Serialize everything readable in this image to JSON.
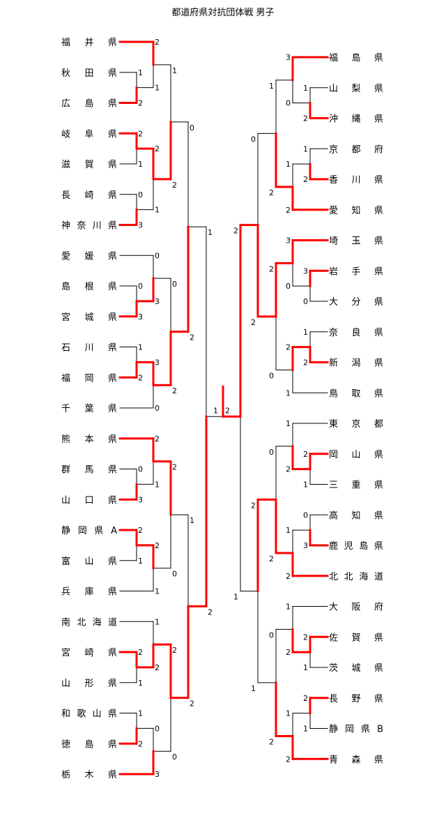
{
  "title": "都道府県対抗団体戦 男子",
  "colors": {
    "winner": "#ff0000",
    "line": "#000000"
  },
  "left": {
    "teams": [
      "福井県",
      "秋田県",
      "広島県",
      "岐阜県",
      "滋賀県",
      "長崎県",
      "神奈川県",
      "愛媛県",
      "島根県",
      "宮城県",
      "石川県",
      "福岡県",
      "千葉県",
      "熊本県",
      "群馬県",
      "山口県",
      "静岡県A",
      "富山県",
      "兵庫県",
      "南北海道",
      "宮崎県",
      "山形県",
      "和歌山県",
      "徳島県",
      "栃木県"
    ],
    "match_scores": [
      [
        1,
        2
      ],
      [
        2,
        1
      ],
      [
        2,
        1
      ],
      [
        0,
        3
      ],
      [
        2,
        1
      ],
      [
        1,
        2
      ],
      [
        0,
        3
      ],
      [
        0,
        3
      ],
      [
        1,
        2
      ],
      [
        3,
        0
      ],
      [
        0,
        2
      ],
      [
        0,
        2
      ],
      [
        0,
        3
      ],
      [
        2,
        1
      ],
      [
        2,
        1
      ],
      [
        2,
        1
      ],
      [
        2,
        0
      ],
      [
        2,
        1
      ],
      [
        1,
        2
      ],
      [
        1,
        2
      ],
      [
        0,
        3
      ],
      [
        2,
        0
      ],
      [
        1,
        2
      ],
      [
        1,
        2
      ]
    ]
  },
  "right": {
    "teams": [
      "福島県",
      "山梨県",
      "沖縄県",
      "京都府",
      "香川県",
      "愛知県",
      "埼玉県",
      "岩手県",
      "大分県",
      "奈良県",
      "新潟県",
      "鳥取県",
      "東京都",
      "岡山県",
      "三重県",
      "高知県",
      "鹿児島県",
      "北北海道",
      "大阪府",
      "佐賀県",
      "茨城県",
      "長野県",
      "静岡県B",
      "青森県"
    ],
    "match_scores": [
      [
        1,
        2
      ],
      [
        3,
        0
      ],
      [
        1,
        2
      ],
      [
        1,
        2
      ],
      [
        1,
        2
      ],
      [
        3,
        0
      ],
      [
        3,
        0
      ],
      [
        1,
        2
      ],
      [
        2,
        1
      ],
      [
        2,
        0
      ],
      [
        0,
        2
      ],
      [
        2,
        1
      ],
      [
        1,
        2
      ],
      [
        0,
        3
      ],
      [
        1,
        2
      ],
      [
        0,
        2
      ],
      [
        2,
        1
      ],
      [
        1,
        2
      ],
      [
        2,
        1
      ],
      [
        1,
        2
      ],
      [
        0,
        2
      ],
      [
        2,
        1
      ],
      [
        2,
        1
      ]
    ]
  },
  "final": {
    "scores": [
      1,
      2
    ]
  }
}
